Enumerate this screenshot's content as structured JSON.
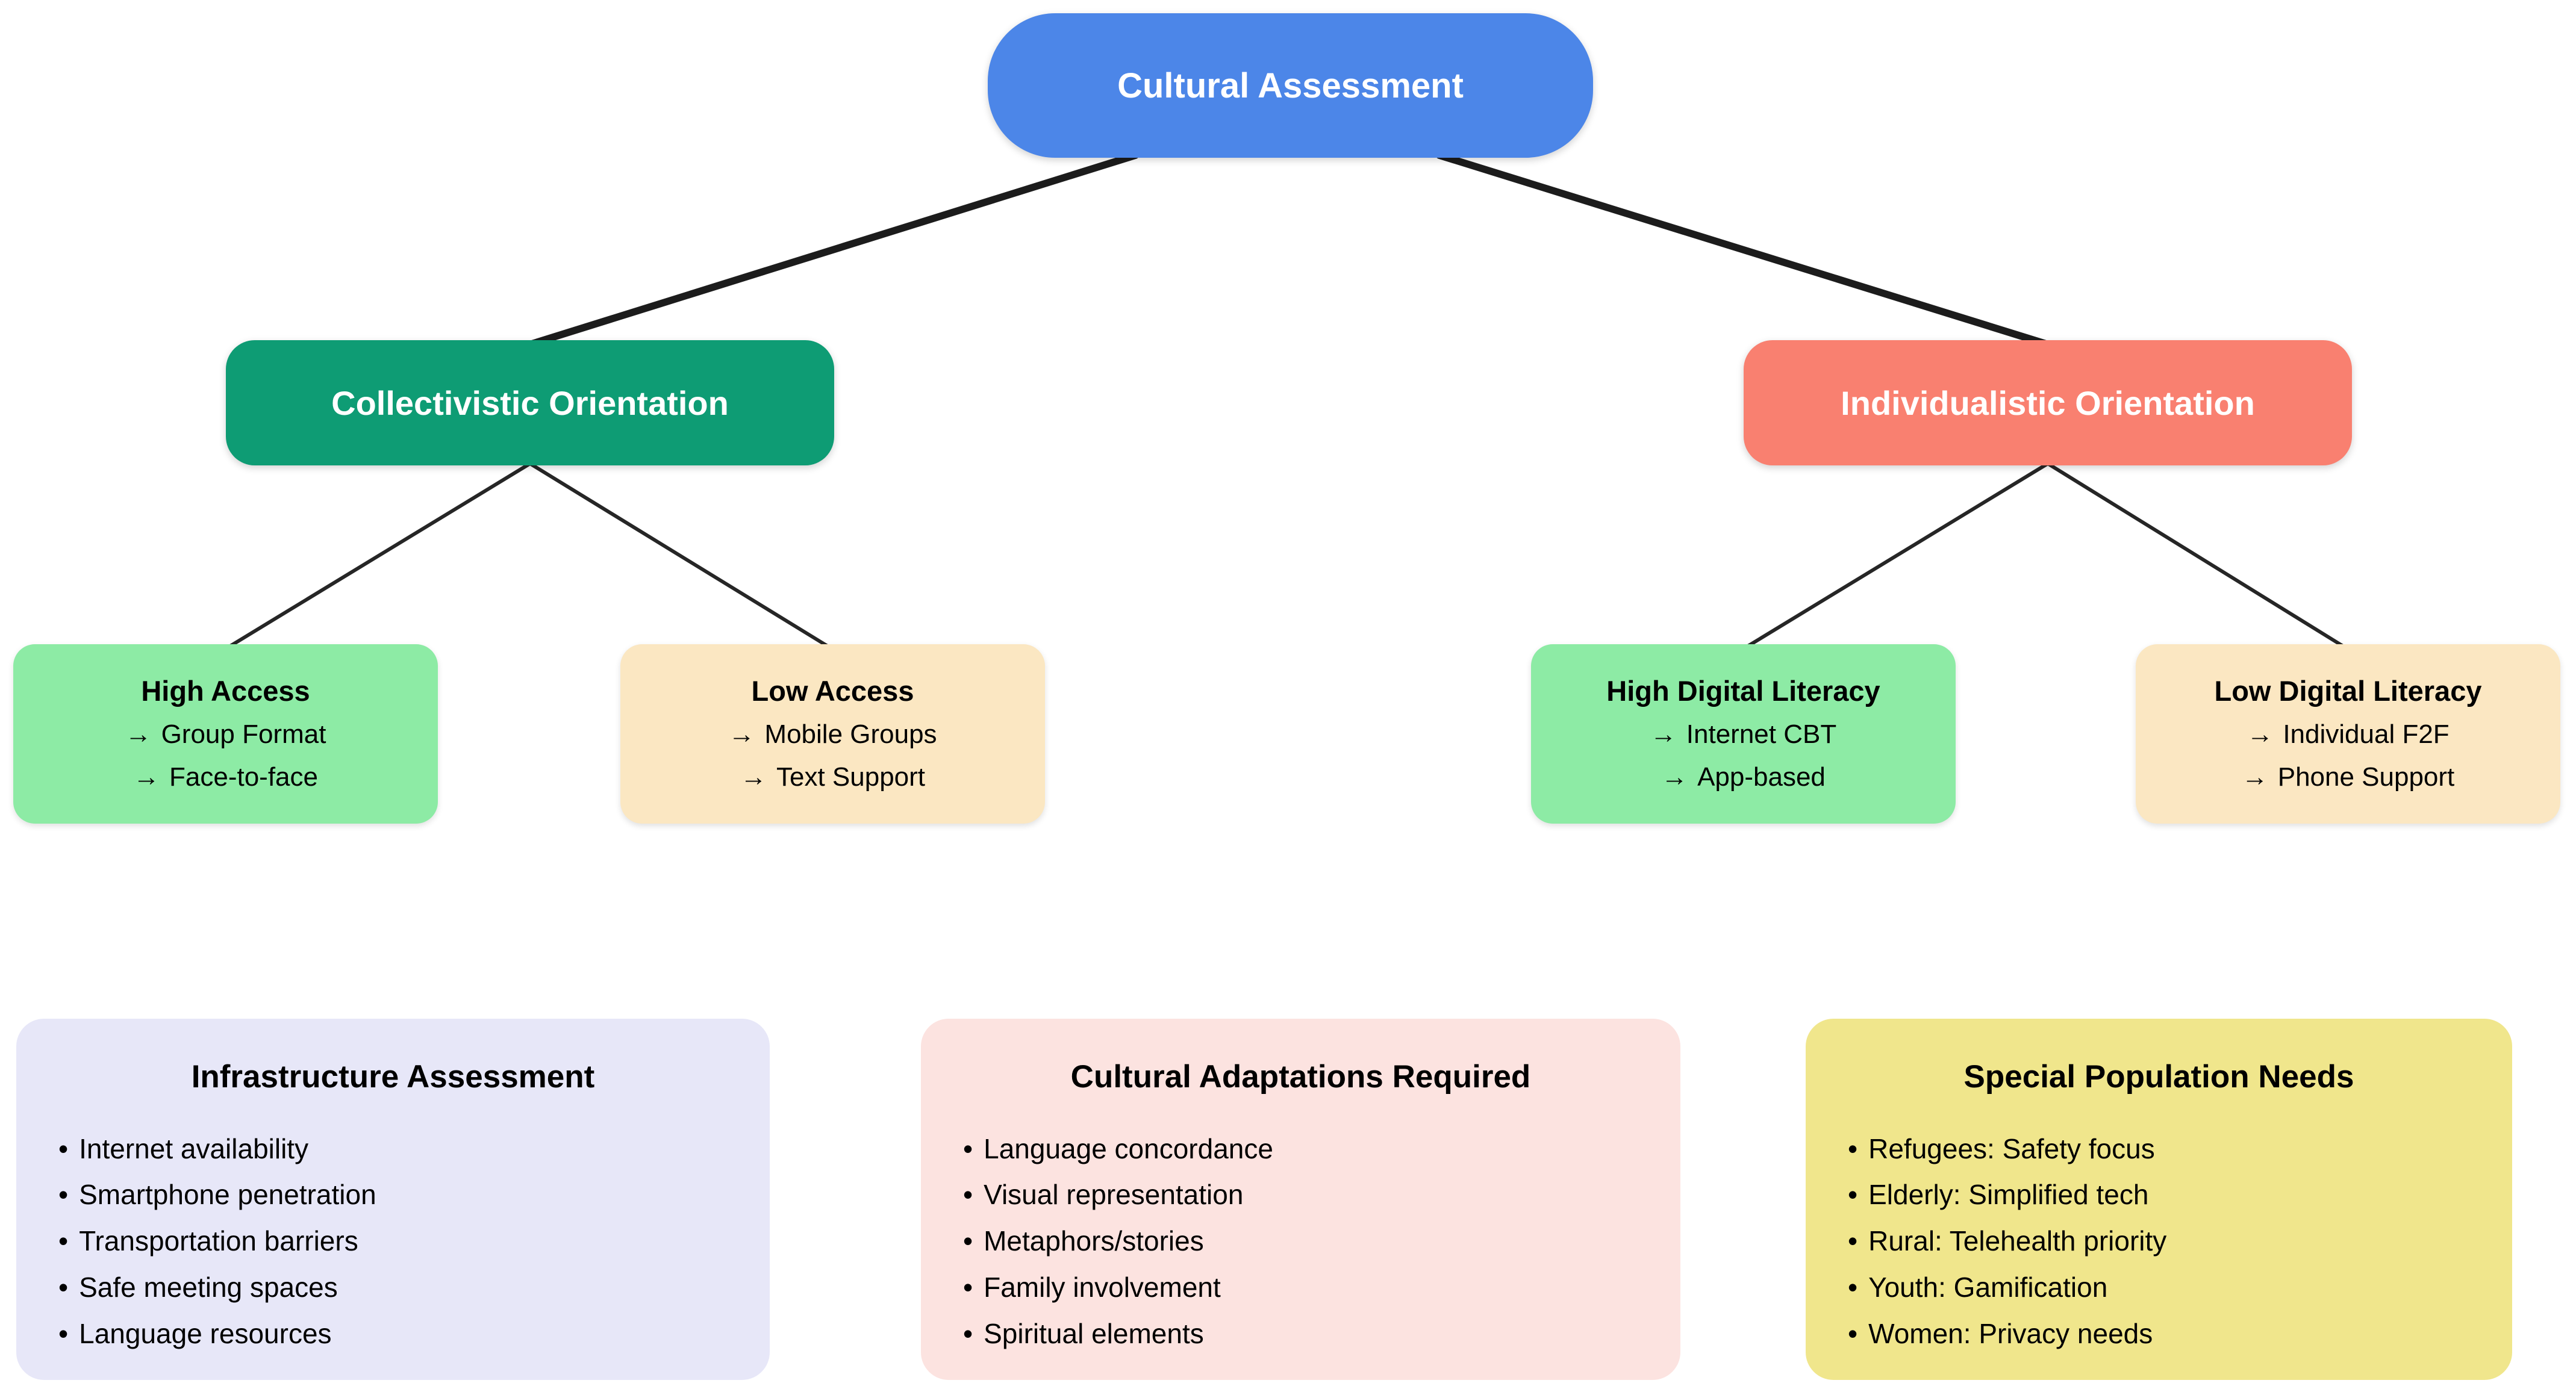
{
  "ui": {
    "arrow": "→",
    "bullet": "•"
  },
  "colors": {
    "root_node": "#4C86E8",
    "collectivistic_node": "#0E9C74",
    "individualistic_node": "#F98070",
    "high_leaf": "#8DEBA5",
    "low_leaf": "#FBE7C2",
    "infrastructure_box": "#E7E7F8",
    "adaptations_box": "#FCE3E0",
    "special_needs_box": "#F0E68C",
    "connector_line": "#1C1C1C",
    "node_text": "#FFFFFF",
    "body_text": "#000000",
    "background": "#FFFFFF"
  },
  "diagram": {
    "root": {
      "label": "Cultural Assessment"
    },
    "branches": [
      {
        "label": "Collectivistic Orientation",
        "children": [
          {
            "title": "High Access",
            "items": [
              "Group Format",
              "Face-to-face"
            ]
          },
          {
            "title": "Low Access",
            "items": [
              "Mobile Groups",
              "Text Support"
            ]
          }
        ]
      },
      {
        "label": "Individualistic Orientation",
        "children": [
          {
            "title": "High Digital Literacy",
            "items": [
              "Internet CBT",
              "App-based"
            ]
          },
          {
            "title": "Low Digital Literacy",
            "items": [
              "Individual F2F",
              "Phone Support"
            ]
          }
        ]
      }
    ]
  },
  "info_boxes": [
    {
      "title": "Infrastructure Assessment",
      "items": [
        "Internet availability",
        "Smartphone penetration",
        "Transportation barriers",
        "Safe meeting spaces",
        "Language resources"
      ]
    },
    {
      "title": "Cultural Adaptations Required",
      "items": [
        "Language concordance",
        "Visual representation",
        "Metaphors/stories",
        "Family involvement",
        "Spiritual elements"
      ]
    },
    {
      "title": "Special Population Needs",
      "items": [
        "Refugees: Safety focus",
        "Elderly: Simplified tech",
        "Rural: Telehealth priority",
        "Youth: Gamification",
        "Women: Privacy needs"
      ]
    }
  ]
}
